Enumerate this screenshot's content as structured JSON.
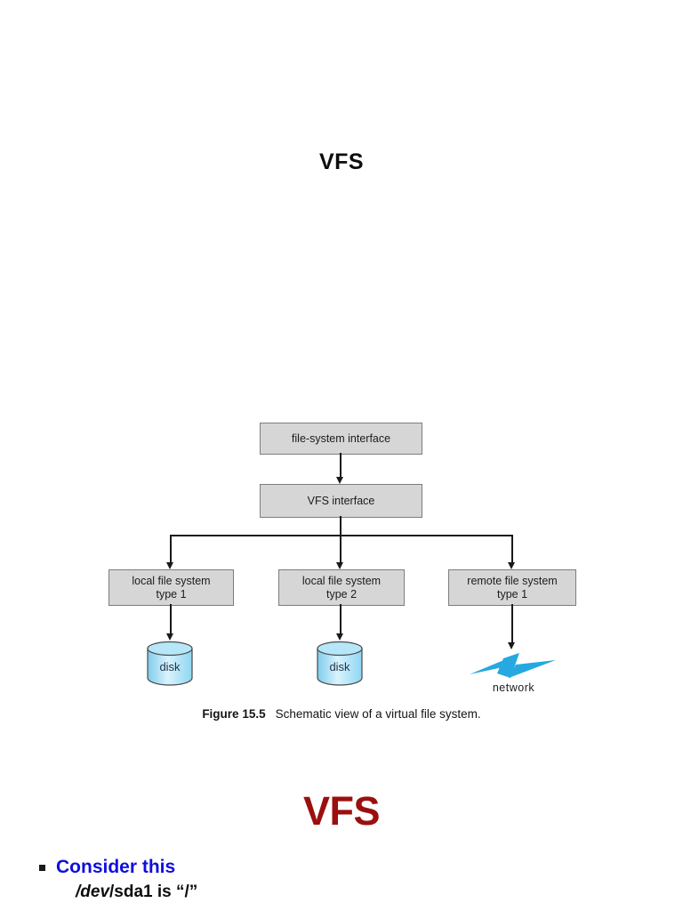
{
  "page": {
    "top_title": "VFS",
    "section_title": "VFS"
  },
  "diagram": {
    "boxes": {
      "fsi": "file-system interface",
      "vfs": "VFS interface",
      "local1": {
        "line1": "local file system",
        "line2": "type 1"
      },
      "local2": {
        "line1": "local file system",
        "line2": "type 2"
      },
      "remote1": {
        "line1": "remote file system",
        "line2": "type 1"
      }
    },
    "disk1_label": "disk",
    "disk2_label": "disk",
    "network_label": "network",
    "caption": {
      "label": "Figure 15.5",
      "text": "Schematic view of a virtual file system."
    }
  },
  "bullets": {
    "item1": "Consider this",
    "sub1_italic": "/dev",
    "sub1_rest": "/sda1 is “/”"
  },
  "colors": {
    "box_fill": "#d6d6d6",
    "box_border": "#7d7d7d",
    "disk_blue": "#9fdcf4",
    "bolt_blue": "#25a9e0",
    "heading_red": "#9b0f0f",
    "bullet_blue": "#0f0fdc"
  }
}
